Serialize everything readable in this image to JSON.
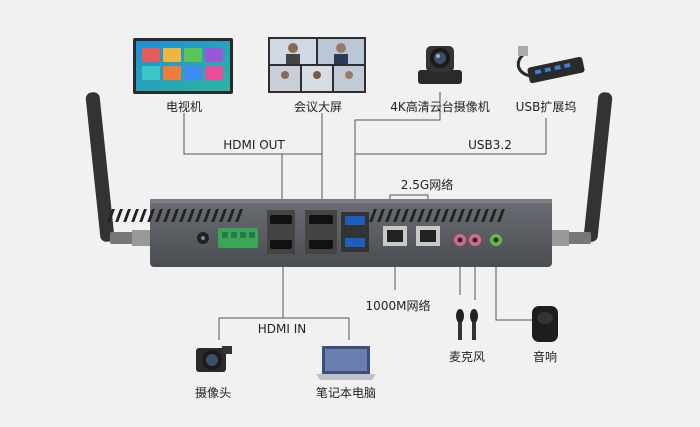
{
  "colors": {
    "background": "#f1f1f1",
    "line": "#555555",
    "device_body": "#5a5d63",
    "port_green": "#3aa65a",
    "port_pink": "#d46a8a",
    "port_lime": "#5fbf3a"
  },
  "devices_top": {
    "tv": {
      "label": "电视机",
      "icon": "tv-icon"
    },
    "big_screen": {
      "label": "会议大屏",
      "icon": "video-conference-screen-icon"
    },
    "ptz_camera": {
      "label": "4K高清云台摄像机",
      "icon": "ptz-camera-icon"
    },
    "usb_hub": {
      "label": "USB扩展坞",
      "icon": "usb-hub-icon"
    }
  },
  "connections": {
    "hdmi_out": "HDMI OUT",
    "usb": "USB3.2",
    "lan_2_5g": "2.5G网络",
    "lan_1000m": "1000M网络",
    "hdmi_in": "HDMI IN"
  },
  "devices_bottom": {
    "camera": {
      "label": "摄像头",
      "icon": "camera-icon"
    },
    "laptop": {
      "label": "笔记本电脑",
      "icon": "laptop-icon"
    },
    "mic": {
      "label": "麦克风",
      "icon": "microphone-icon"
    },
    "speaker": {
      "label": "音响",
      "icon": "speaker-icon"
    }
  }
}
